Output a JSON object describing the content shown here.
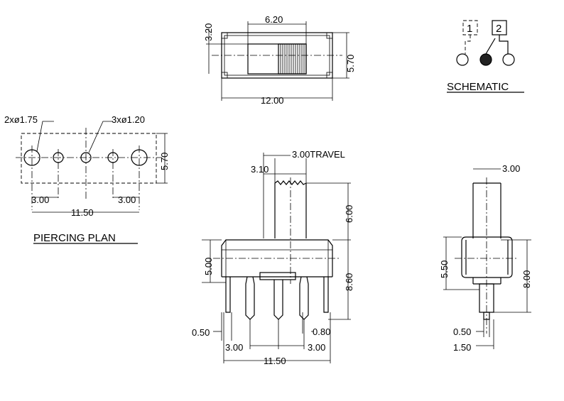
{
  "labels": {
    "schematic": "SCHEMATIC",
    "piercing_plan": "PIERCING PLAN",
    "pin1": "1",
    "pin2": "2"
  },
  "top_view": {
    "width_inner": "6.20",
    "height_small": "3.20",
    "height": "5.70",
    "length": "12.00"
  },
  "piercing": {
    "big_holes": "2xø1.75",
    "small_holes": "3xø1.20",
    "height": "5.70",
    "pitch_left": "3.00",
    "pitch_right": "3.00",
    "span": "11.50"
  },
  "front_view": {
    "travel": "3.00TRAVEL",
    "actuator_width": "3.10",
    "actuator_height": "6.00",
    "body_height": "5.00",
    "total_height": "8.60",
    "pin_width": "0.50",
    "pin_thickness": "0.80",
    "pitch_left": "3.00",
    "pitch_right": "3.00",
    "span": "11.50"
  },
  "side_view": {
    "actuator_width": "3.00",
    "body_height": "5.50",
    "total_height": "8.00",
    "pin_width": "0.50",
    "pin_offset": "1.50"
  }
}
